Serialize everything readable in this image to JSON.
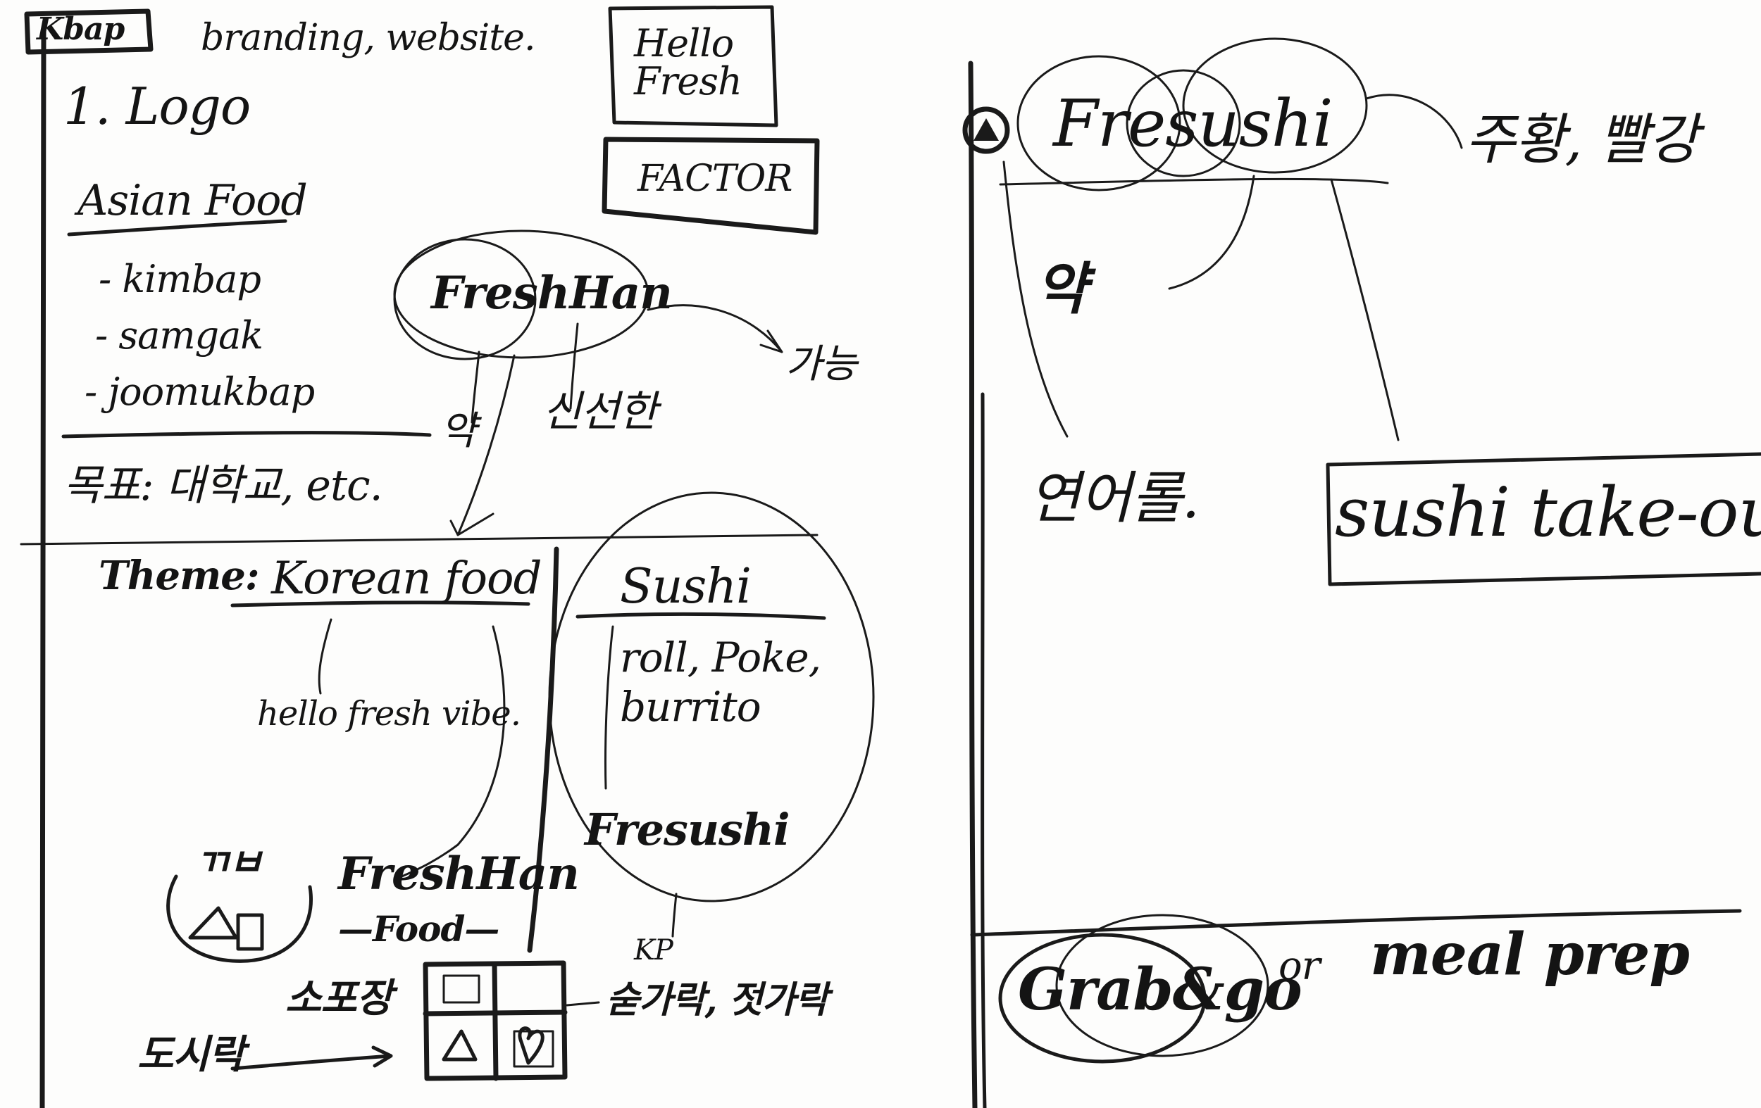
{
  "left_page": {
    "header_box": "Kbap",
    "header_note": "branding, website.",
    "logo_heading": "1. Logo",
    "reference_brands": [
      "Hello Fresh",
      "FACTOR"
    ],
    "asian_food": {
      "title": "Asian Food",
      "items": [
        "- kimbap",
        "- samgak",
        "- joomukbap"
      ]
    },
    "freshhan_bubble": "FreshHan",
    "arrow_right_note": "가능",
    "under_bubble_labels": [
      "약",
      "신선한"
    ],
    "target_note": "목표: 대학교, etc.",
    "theme_label": "Theme:",
    "theme_korean": "Korean food",
    "hellofresh_vibe": "hello fresh vibe.",
    "sushi_circle": {
      "title": "Sushi",
      "items": "roll, Poke, burrito",
      "name": "Fresushi"
    },
    "logo_sketch": {
      "kimbap_marks": "ㄲㅂ",
      "brand_name": "FreshHan",
      "tagline": "—Food—",
      "kp_label": "KP"
    },
    "grid_flow": {
      "left_label": "도시락",
      "arrow_label": "소포장",
      "right_note": "숟가락, 젓가락"
    }
  },
  "right_page": {
    "logo_word": "Fresushi",
    "right_note": "주황, 빨강",
    "middle_label": "약",
    "bottom_left_label": "연어롤.",
    "boxed_phrase": "sushi take-out",
    "grab_go": "Grab&go",
    "or_word": "or",
    "meal_prep": "meal prep"
  }
}
